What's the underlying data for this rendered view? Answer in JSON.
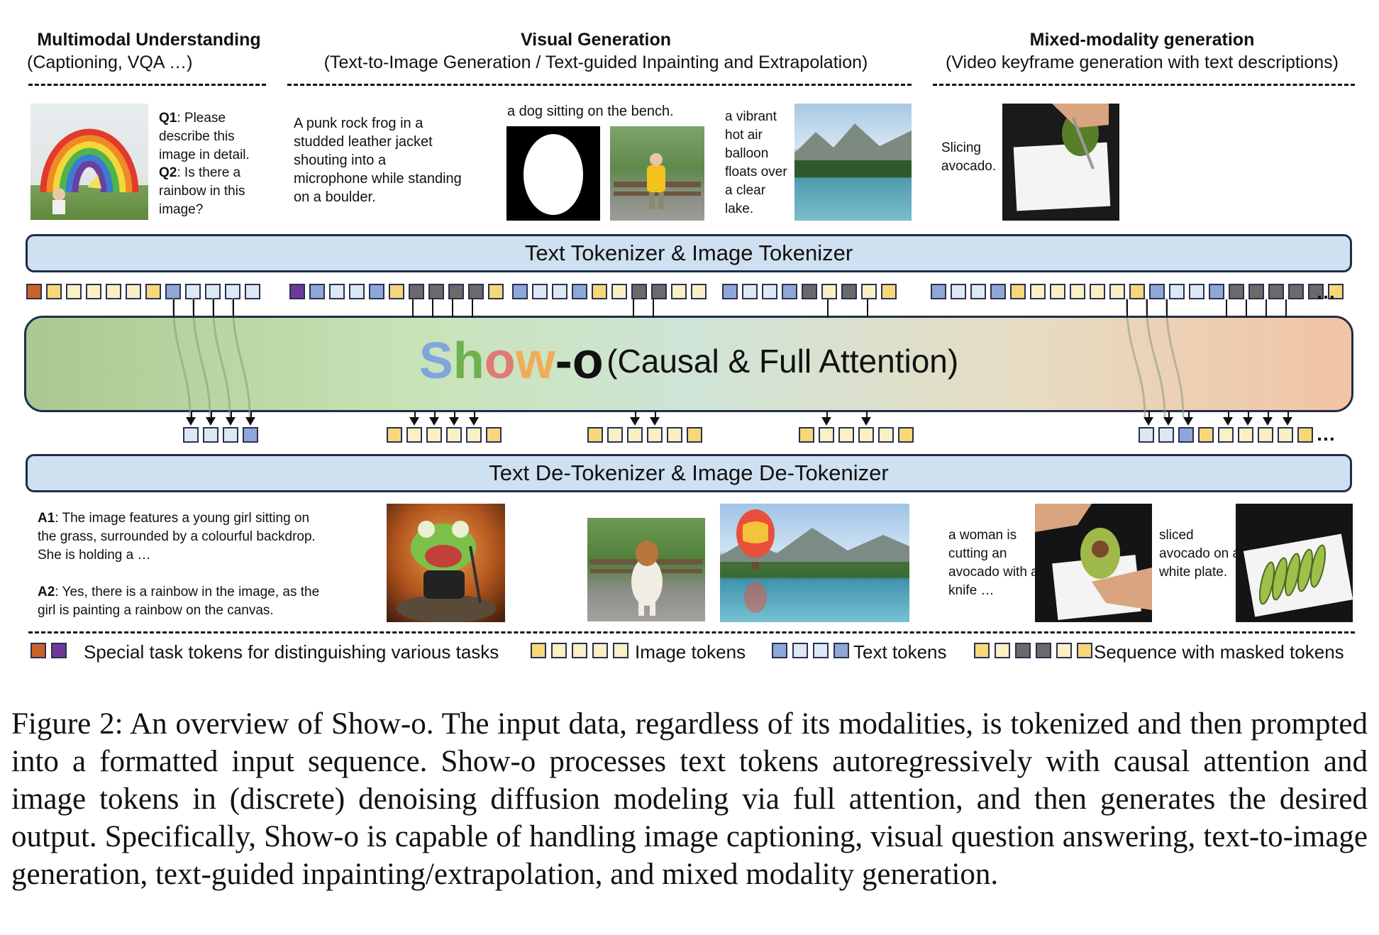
{
  "sections": {
    "understanding": {
      "title": "Multimodal Understanding",
      "subtitle": "(Captioning, VQA …)"
    },
    "visual_generation": {
      "title": "Visual Generation",
      "subtitle": "(Text-to-Image Generation / Text-guided Inpainting and Extrapolation)"
    },
    "mixed": {
      "title": "Mixed-modality generation",
      "subtitle": "(Video keyframe generation with text descriptions)"
    }
  },
  "inputs": {
    "q1_label": "Q1",
    "q1_text": ": Please describe this image in detail.",
    "q2_label": "Q2",
    "q2_text": ": Is there a rainbow in this image?",
    "t2i_prompt": "A punk rock frog in a studded leather jacket shouting into a microphone while standing on a boulder.",
    "inpaint_prompt": "a dog sitting on the bench.",
    "extrap_prompt": "a vibrant hot air balloon floats over a clear lake.",
    "mixed_prompt": "Slicing avocado."
  },
  "tokenizer_label": "Text Tokenizer & Image Tokenizer",
  "model": {
    "name_letters": [
      "S",
      "h",
      "o",
      "w"
    ],
    "name_suffix": "-o",
    "attention": "(Causal & Full Attention)",
    "letter_colors": [
      "#7ea6dc",
      "#6fb04f",
      "#e07a74",
      "#f0ad58"
    ]
  },
  "ellipsis": "…",
  "detokenizer_label": "Text De-Tokenizer & Image De-Tokenizer",
  "outputs": {
    "a1_label": "A1",
    "a1_text": ": The image features a young girl sitting on the grass, surrounded by a colourful backdrop. She is holding a …",
    "a2_label": "A2",
    "a2_text": ": Yes, there is a rainbow in the image, as the girl is painting a rainbow on the canvas.",
    "mixed_text_1": "a woman is cutting an avocado with a knife …",
    "mixed_text_2": "sliced avocado on a white plate."
  },
  "legend": {
    "special": "Special task tokens for distinguishing various tasks",
    "image": "Image tokens",
    "text": "Text tokens",
    "masked": "Sequence with masked tokens"
  },
  "caption": "Figure 2:  An overview of Show-o.  The input data, regardless of its modalities, is tokenized and then prompted into a formatted input sequence. Show-o processes text tokens autoregressively with causal attention and image tokens in (discrete) denoising diffusion modeling via full attention, and then generates the desired output. Specifically, Show-o is capable of handling image captioning, visual question answering, text-to-image generation, text-guided inpainting/extrapolation, and mixed modality generation.",
  "colors": {
    "special_orange": "#c8642a",
    "special_purple": "#6e3a9a",
    "image_yellow": "#f6d77a",
    "image_light": "#fbefc4",
    "text_blue": "#8fa7d8",
    "text_light": "#dde8f5",
    "masked_gray": "#6a6a6a"
  }
}
